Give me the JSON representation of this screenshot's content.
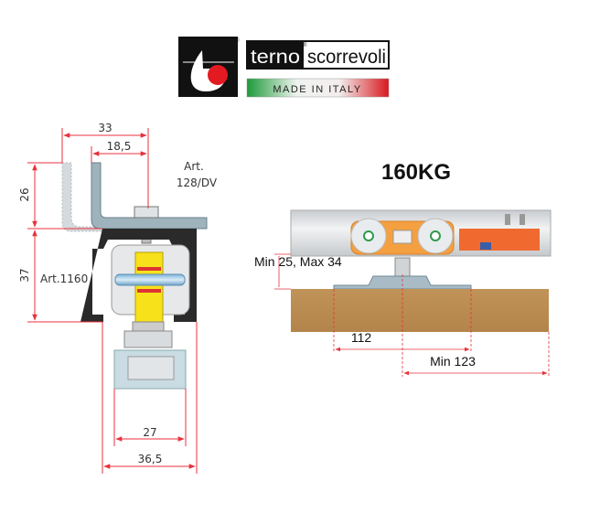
{
  "logo": {
    "brand_left": "terno",
    "brand_right": "scorrevoli",
    "registered": "®",
    "tagline": "MADE IN ITALY"
  },
  "left_drawing": {
    "dims": {
      "top_outer": "33",
      "top_inner": "18,5",
      "bracket_height": "26",
      "profile_height": "37",
      "carriage_width": "27",
      "profile_width": "36,5"
    },
    "labels": {
      "bracket_art_line1": "Art.",
      "bracket_art_line2": "128/DV",
      "profile_art": "Art.1160"
    }
  },
  "right_drawing": {
    "capacity": "160KG",
    "dims": {
      "gap": "Min 25, Max 34",
      "plate_width": "112",
      "min_offset": "Min 123"
    }
  },
  "colors": {
    "dimension": "#e8323c",
    "orange": "#f4a041",
    "wood": "#b98a50",
    "steel": "#9fb3bd"
  }
}
